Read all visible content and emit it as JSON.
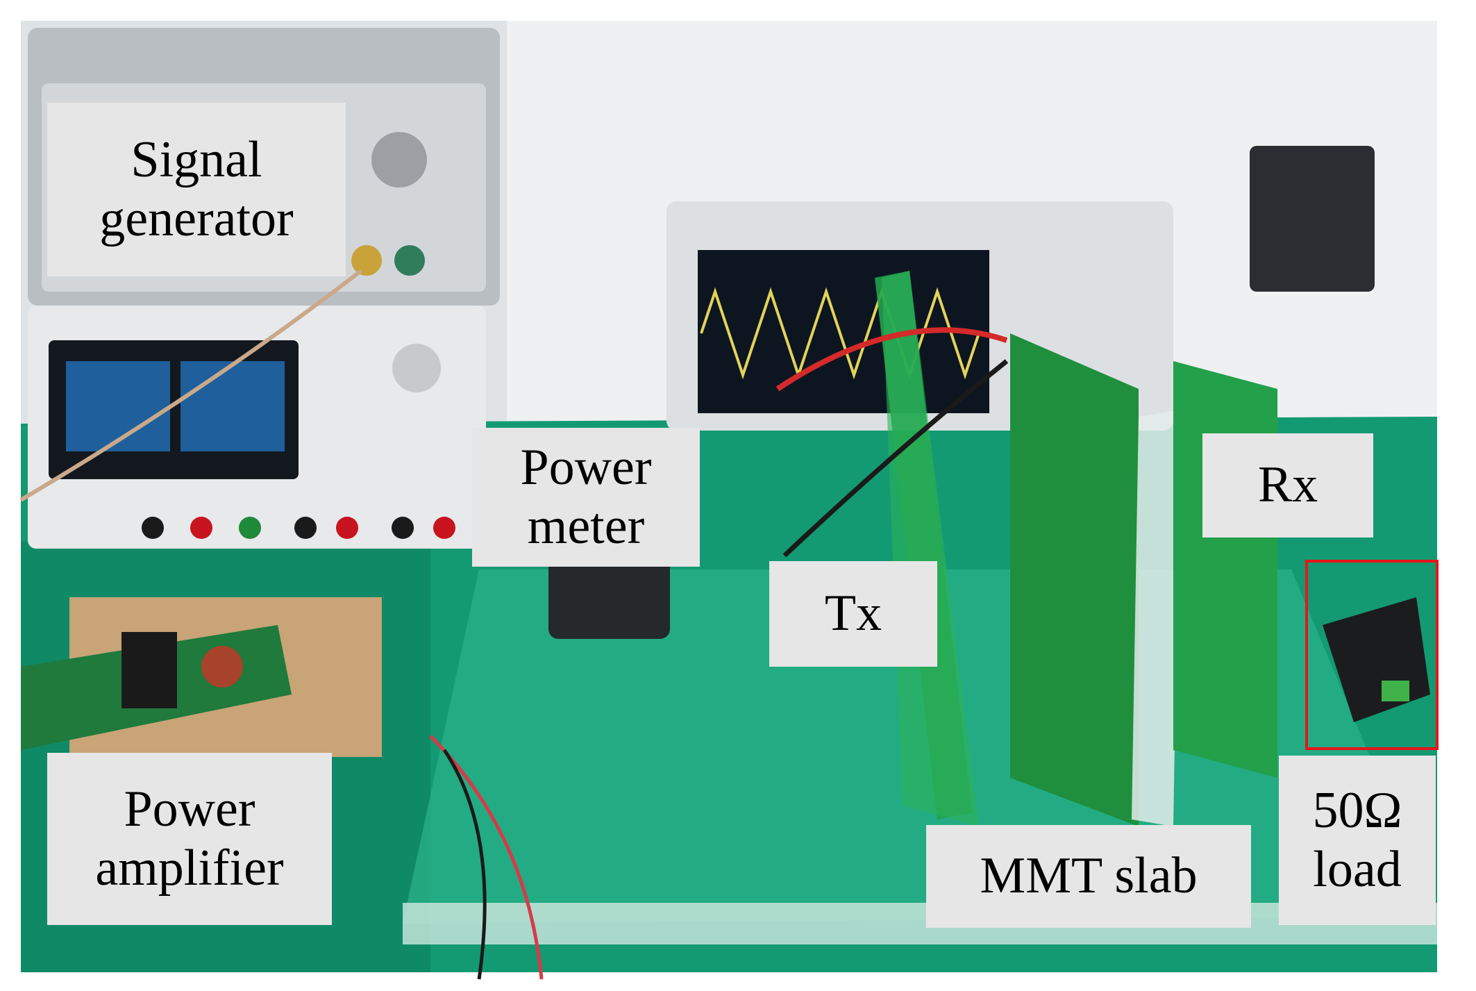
{
  "labels": {
    "signal_generator": [
      "Signal",
      "generator"
    ],
    "power_meter": [
      "Power",
      "meter"
    ],
    "tx": "Tx",
    "rx": "Rx",
    "power_amplifier": [
      "Power",
      "amplifier"
    ],
    "mmt_slab": "MMT slab",
    "load": [
      "50Ω",
      "load"
    ]
  },
  "colors": {
    "label_bg": "#e6e6e6",
    "highlight_box": "#e8151b",
    "bench_green": "#139a72",
    "pcb_green": "#1f9d3a"
  }
}
